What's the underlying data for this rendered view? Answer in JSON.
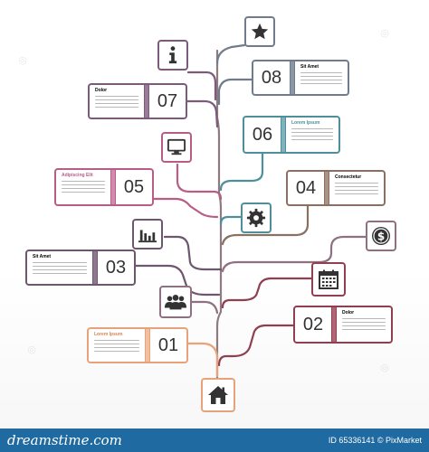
{
  "colors": {
    "blue_gray": "#707c8c",
    "purple": "#7c5a7c",
    "teal": "#4f8f9a",
    "pink": "#b85d87",
    "mauve": "#8f7080",
    "brown": "#8a7060",
    "red": "#8f3f4f",
    "orange": "#e8a279",
    "plum": "#6e566f"
  },
  "cards": [
    {
      "number": "08",
      "title": "Sit Amet"
    },
    {
      "number": "07",
      "title": "Dolor"
    },
    {
      "number": "06",
      "title": "Lorem Ipsum"
    },
    {
      "number": "05",
      "title": "Adipiscing Elit"
    },
    {
      "number": "04",
      "title": "Consectetur"
    },
    {
      "number": "03",
      "title": "Sit Amet"
    },
    {
      "number": "02",
      "title": "Dolor"
    },
    {
      "number": "01",
      "title": "Lorem Ipsum"
    }
  ],
  "icons": [
    "star-icon",
    "info-icon",
    "monitor-icon",
    "gear-icon",
    "dollar-icon",
    "bar-chart-icon",
    "calendar-icon",
    "people-icon",
    "home-icon"
  ],
  "footer": {
    "logo": "dreamstime.com",
    "meta": "ID 65336141 © PixMarket"
  }
}
